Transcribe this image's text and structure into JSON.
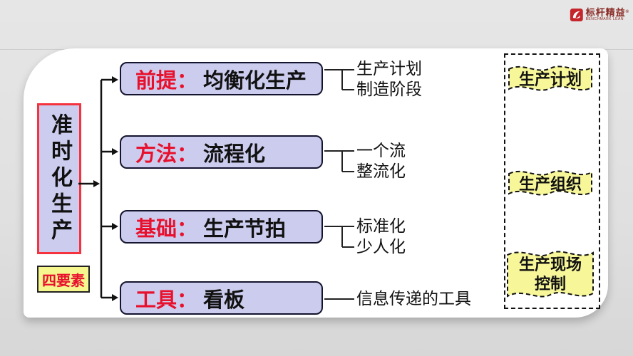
{
  "logo": {
    "brand": "标杆精益",
    "reg_mark": "®",
    "subtitle": "BENCHMARK LEAN"
  },
  "root_box": {
    "label": "准时化生产"
  },
  "badge": {
    "label": "四要素"
  },
  "rows": [
    {
      "key": "前提：",
      "value": "均衡化生产",
      "notes": [
        "生产计划",
        "制造阶段"
      ]
    },
    {
      "key": "方法：",
      "value": "流程化",
      "notes": [
        "一个流",
        "整流化"
      ]
    },
    {
      "key": "基础：",
      "value": "生产节拍",
      "notes": [
        "标准化",
        "少人化"
      ]
    },
    {
      "key": "工具：",
      "value": "看板",
      "notes": [
        "信息传递的工具"
      ]
    }
  ],
  "side_panel": {
    "items": [
      {
        "lines": [
          "生产计划"
        ]
      },
      {
        "lines": [
          "生产组织"
        ]
      },
      {
        "lines": [
          "生产现场",
          "控制"
        ]
      }
    ]
  },
  "colors": {
    "accent_red": "#e8112d",
    "root_border_red": "#f5333f",
    "box_fill_lavender": "#ccccee",
    "box_border": "#14142e",
    "badge_fill_yellow": "#f6f68e",
    "flag_fill_yellow": "#f7f79a",
    "logo_red": "#c5262c",
    "card_bg": "#ffffff",
    "page_bg": "#e0e0e0"
  }
}
